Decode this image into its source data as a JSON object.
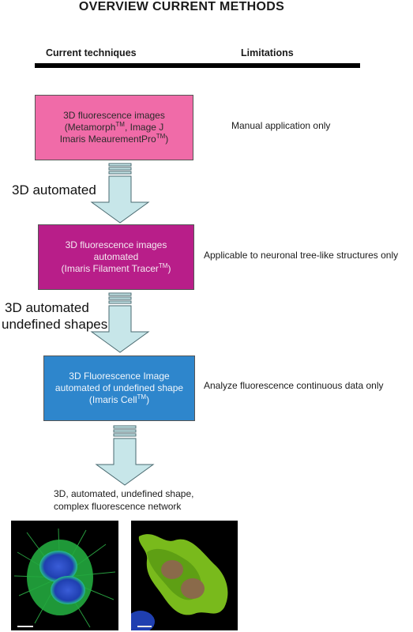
{
  "title": "OVERVIEW CURRENT METHODS",
  "columns": {
    "left": "Current techniques",
    "right": "Limitations"
  },
  "steps": [
    {
      "line1": "3D fluorescence images",
      "line2_pre": "(Metamorph",
      "line2_tm": "TM",
      "line2_post": ", Image J",
      "line3_pre": "Imaris MeaurementPro",
      "line3_tm": "TM",
      "line3_post": ")",
      "limitation": "Manual application only"
    },
    {
      "line1": "3D fluorescence images",
      "line2": "automated",
      "line3_pre": "(Imaris Filament Tracer",
      "line3_tm": "TM",
      "line3_post": ")",
      "limitation": "Applicable to neuronal tree-like structures only"
    },
    {
      "line1": "3D Fluorescence Image",
      "line2": "automated of undefined shape",
      "line3_pre": "(Imaris Cell",
      "line3_tm": "TM",
      "line3_post": ")",
      "limitation": "Analyze fluorescence continuous data only"
    }
  ],
  "transitions": [
    {
      "line1": "3D automated"
    },
    {
      "line1": "3D automated",
      "line2": "undefined shapes"
    }
  ],
  "final": {
    "line1": "3D, automated, undefined shape,",
    "line2": "complex fluorescence network"
  },
  "colors": {
    "box1": "#f06ba8",
    "box2": "#b81e89",
    "box3": "#2e86cc",
    "arrow_fill": "#c7e6e9",
    "arrow_stroke": "#4a6a70"
  }
}
